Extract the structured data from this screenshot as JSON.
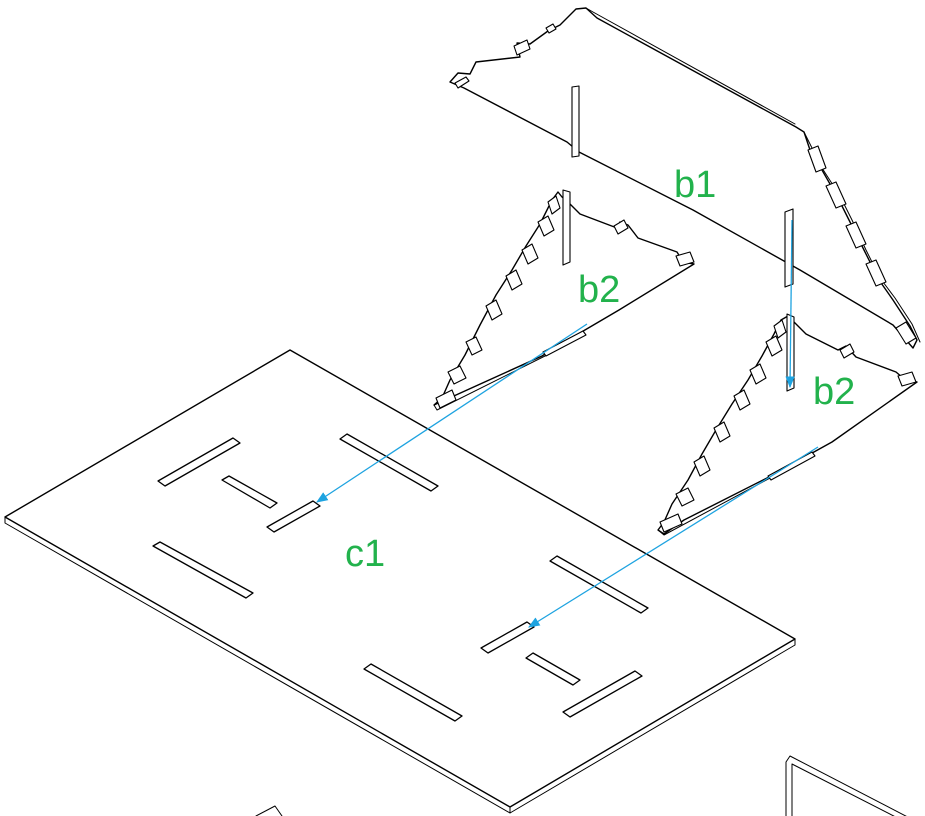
{
  "labels": {
    "b1": "b1",
    "b2_left": "b2",
    "b2_right": "b2",
    "c1": "c1"
  },
  "colors": {
    "label": "#22b24c",
    "arrow": "#1ea3e0",
    "line": "#000000",
    "background": "#ffffff"
  }
}
